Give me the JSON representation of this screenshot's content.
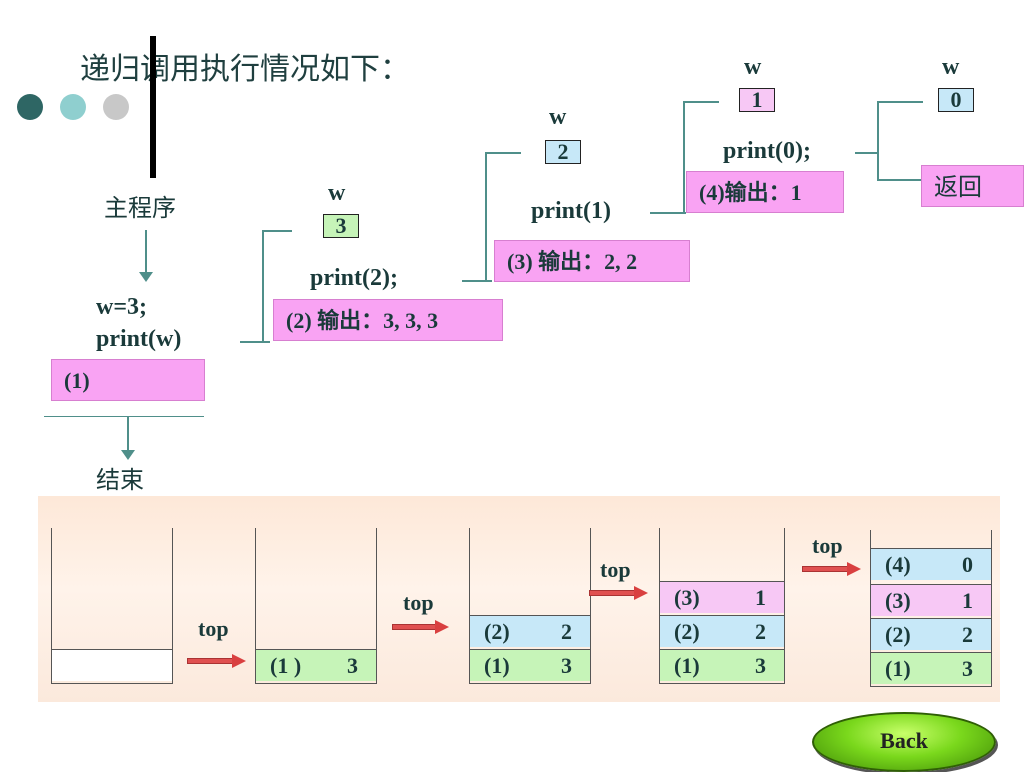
{
  "title": "递归调用执行情况如下：",
  "colors": {
    "dot1": "#2e6664",
    "dot2": "#8fcfcf",
    "dot3": "#c8c8c8",
    "pink": "#f9a3f3"
  },
  "main": {
    "label": "主程序",
    "code1": "w=3;",
    "code2": "print(w)",
    "box": "(1)",
    "end": "结束"
  },
  "calls": [
    {
      "w_label": "w",
      "w_value": "3",
      "code": "print(2);",
      "output": "(2) 输出：3, 3, 3"
    },
    {
      "w_label": "w",
      "w_value": "2",
      "code": "print(1)",
      "output": "(3) 输出：2, 2"
    },
    {
      "w_label": "w",
      "w_value": "1",
      "code": "print(0);",
      "output": "(4)输出：1"
    },
    {
      "w_label": "w",
      "w_value": "0",
      "code": "",
      "output": "返回"
    }
  ],
  "stacks": {
    "top_label": "top",
    "s2": [
      {
        "a": "(1 )",
        "b": "3"
      }
    ],
    "s3": [
      {
        "a": "(2)",
        "b": "2"
      },
      {
        "a": "(1)",
        "b": "3"
      }
    ],
    "s4": [
      {
        "a": "(3)",
        "b": "1"
      },
      {
        "a": "(2)",
        "b": "2"
      },
      {
        "a": "(1)",
        "b": "3"
      }
    ],
    "s5": [
      {
        "a": "(4)",
        "b": "0"
      },
      {
        "a": "(3)",
        "b": "1"
      },
      {
        "a": "(2)",
        "b": "2"
      },
      {
        "a": "(1)",
        "b": "3"
      }
    ]
  },
  "back_button": "Back"
}
